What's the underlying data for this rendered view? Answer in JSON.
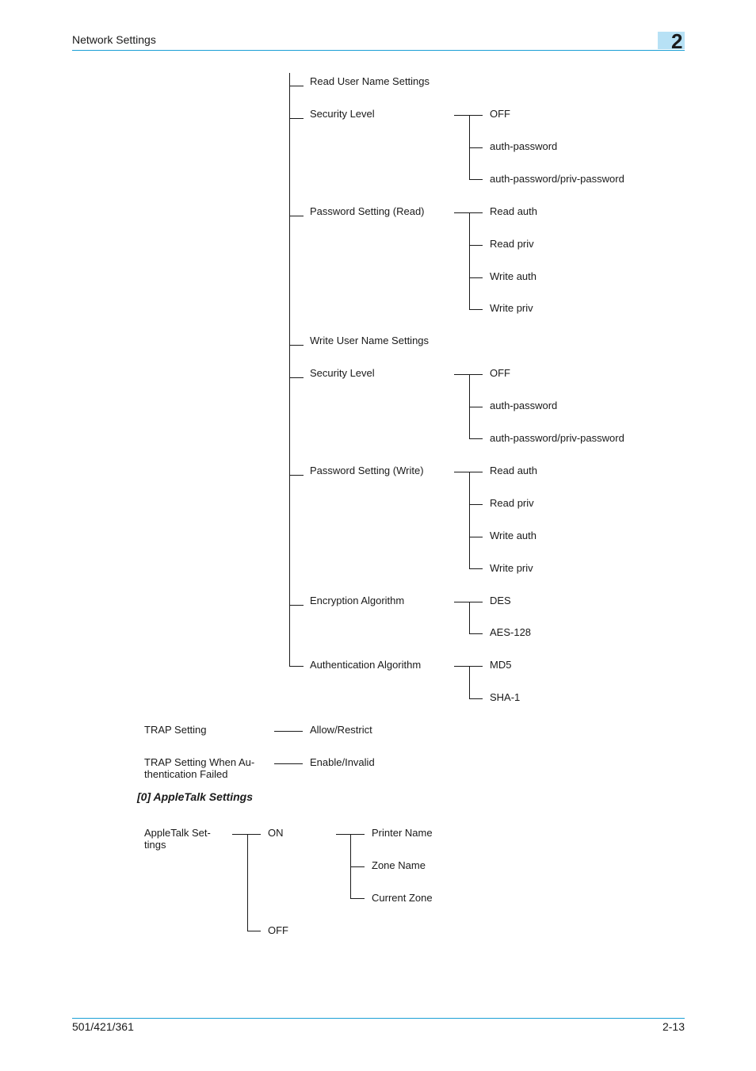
{
  "header": {
    "title": "Network Settings",
    "chapter": "2"
  },
  "footer": {
    "model": "501/421/361",
    "page": "2-13"
  },
  "snmp_tree": {
    "read_user_name": "Read User Name Settings",
    "read_security_level": {
      "label": "Security Level",
      "options": [
        "OFF",
        "auth-password",
        "auth-password/priv-password"
      ]
    },
    "read_password_setting": {
      "label": "Password Setting (Read)",
      "options": [
        "Read auth",
        "Read priv",
        "Write auth",
        "Write priv"
      ]
    },
    "write_user_name": "Write User Name Settings",
    "write_security_level": {
      "label": "Security Level",
      "options": [
        "OFF",
        "auth-password",
        "auth-password/priv-password"
      ]
    },
    "write_password_setting": {
      "label": "Password Setting (Write)",
      "options": [
        "Read auth",
        "Read priv",
        "Write auth",
        "Write priv"
      ]
    },
    "encryption_algorithm": {
      "label": "Encryption Algorithm",
      "options": [
        "DES",
        "AES-128"
      ]
    },
    "authentication_algorithm": {
      "label": "Authentication Algorithm",
      "options": [
        "MD5",
        "SHA-1"
      ]
    }
  },
  "trap": {
    "setting": {
      "label": "TRAP Setting",
      "value": "Allow/Restrict"
    },
    "auth_failed": {
      "label_line1": "TRAP Setting When Au-",
      "label_line2": "thentication Failed",
      "value": "Enable/Invalid"
    }
  },
  "appletalk": {
    "section_title": "[0] AppleTalk Settings",
    "label_line1": "AppleTalk Set-",
    "label_line2": "tings",
    "on": "ON",
    "off": "OFF",
    "on_options": [
      "Printer Name",
      "Zone Name",
      "Current Zone"
    ]
  }
}
